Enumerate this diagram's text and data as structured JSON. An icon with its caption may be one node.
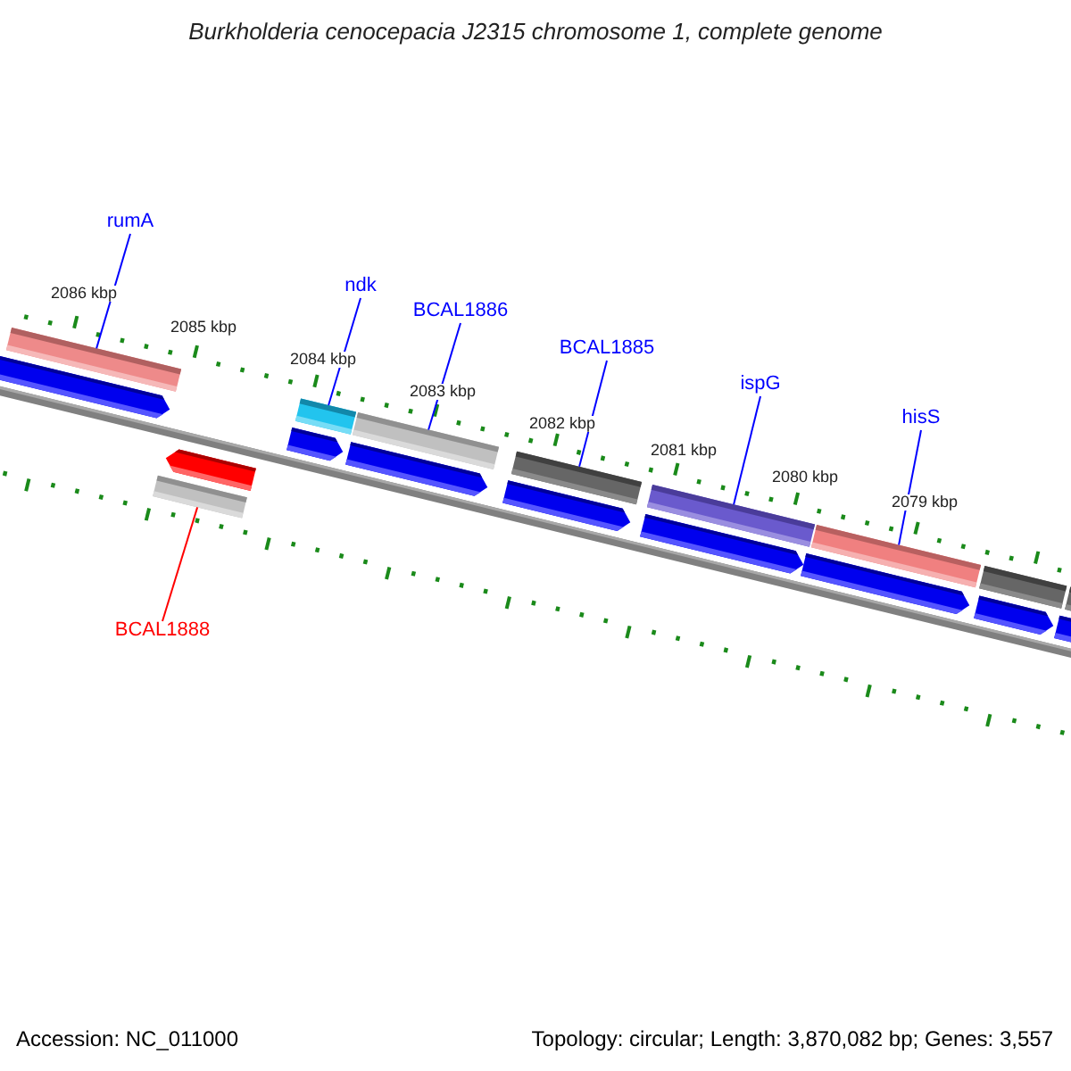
{
  "diagram": {
    "title": "Burkholderia cenocepacia J2315 chromosome 1, complete genome",
    "nodes": [
      {
        "text": [
          "rumA"
        ]
      },
      {
        "text": [],
        "shape": "bar"
      },
      {
        "text": [
          "ndk"
        ]
      },
      {
        "text": [],
        "shape": "bar"
      },
      {
        "text": [
          "BCAL1886"
        ]
      },
      {
        "text": [],
        "shape": "bar"
      },
      {
        "text": [
          "BCAL1885"
        ]
      },
      {
        "text": [],
        "shape": "bar"
      },
      {
        "text": [
          "ispG"
        ]
      },
      {
        "text": [],
        "shape": "bar"
      },
      {
        "text": [
          "hisS"
        ]
      },
      {
        "text": [],
        "shape": "bar"
      },
      {
        "text": [
          "BCAL1888"
        ]
      },
      {
        "text": [],
        "shape": "bar"
      }
    ],
    "edges": [
      {
        "from": 0,
        "to": 1,
        "arrow": "none"
      },
      {
        "from": 2,
        "to": 3,
        "arrow": "none"
      },
      {
        "from": 4,
        "to": 5,
        "arrow": "none"
      },
      {
        "from": 6,
        "to": 7,
        "arrow": "none"
      },
      {
        "from": 8,
        "to": 9,
        "arrow": "none"
      },
      {
        "from": 10,
        "to": 11,
        "arrow": "none"
      },
      {
        "from": 12,
        "to": 13,
        "arrow": "none",
        "color": "#ff0000"
      }
    ],
    "labels": [
      "2086 kbp",
      "2085 kbp",
      "2084 kbp",
      "2083 kbp",
      "2082 kbp",
      "2081 kbp",
      "2080 kbp",
      "2079 kbp",
      "Accession: NC_011000",
      "Topology: circular; Length: 3,870,082 bp; Genes: 3,557"
    ]
  }
}
